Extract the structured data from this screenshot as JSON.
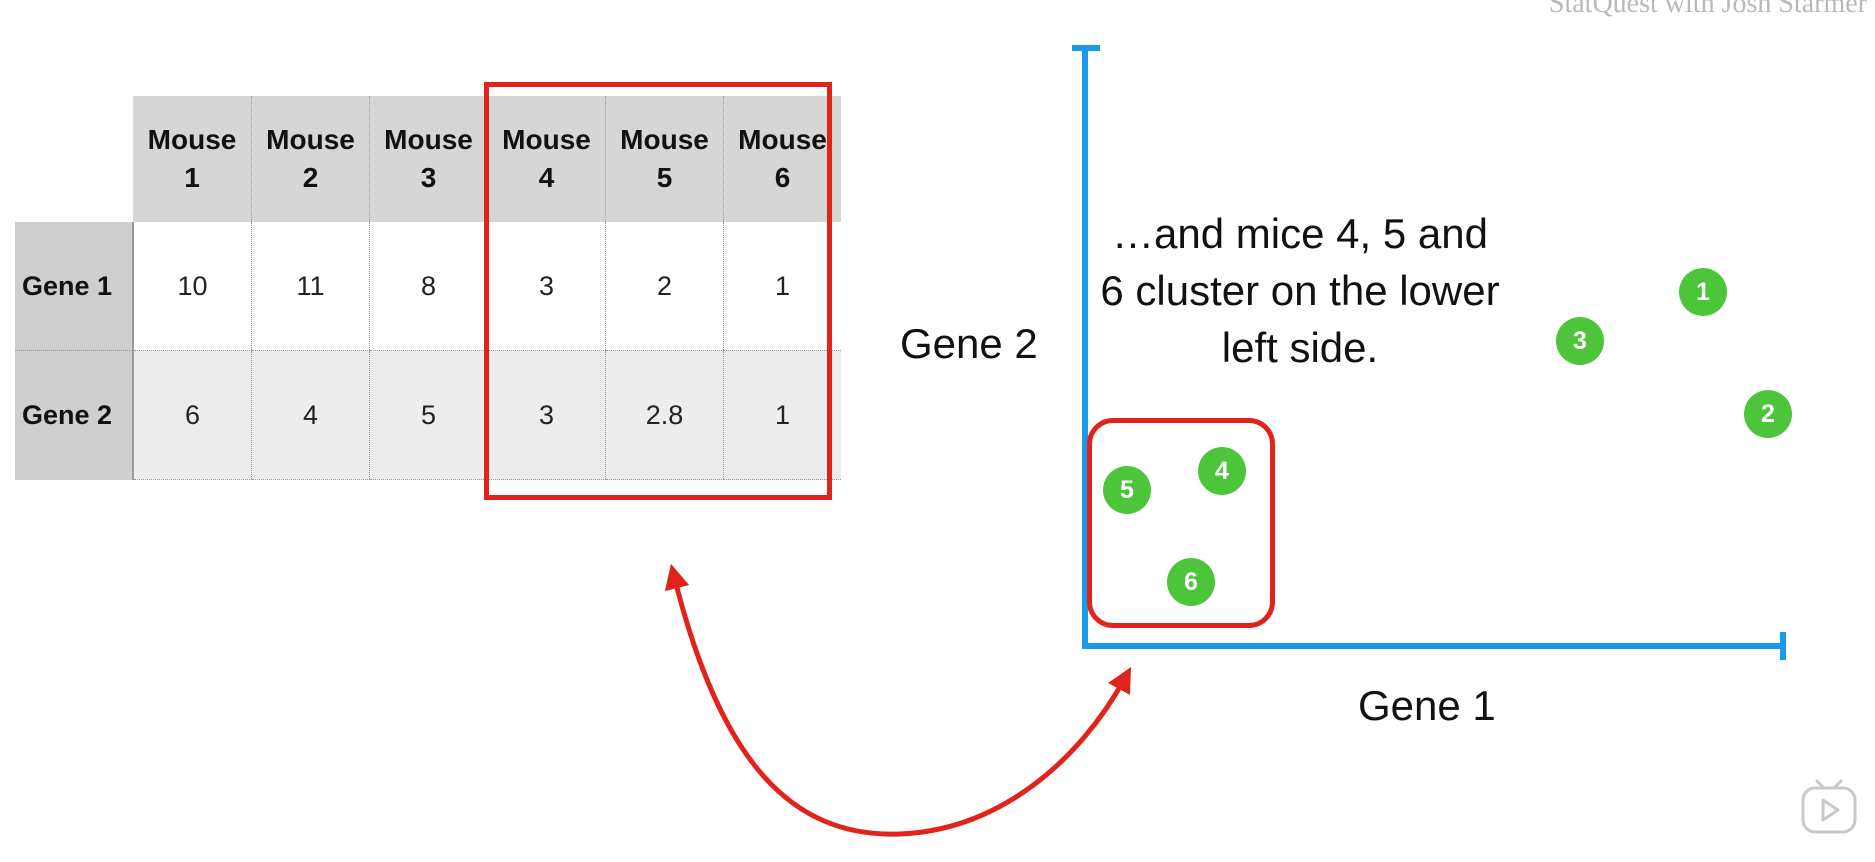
{
  "watermark": "StatQuest with Josh Starmer",
  "table": {
    "columns": [
      "Mouse 1",
      "Mouse 2",
      "Mouse 3",
      "Mouse 4",
      "Mouse 5",
      "Mouse 6"
    ],
    "rows": [
      {
        "label": "Gene 1",
        "values": [
          "10",
          "11",
          "8",
          "3",
          "2",
          "1"
        ]
      },
      {
        "label": "Gene 2",
        "values": [
          "6",
          "4",
          "5",
          "3",
          "2.8",
          "1"
        ]
      }
    ]
  },
  "caption": "…and mice 4, 5 and 6 cluster on the lower left side.",
  "axes": {
    "xlabel": "Gene 1",
    "ylabel": "Gene 2"
  },
  "points": [
    {
      "label": "1"
    },
    {
      "label": "2"
    },
    {
      "label": "3"
    },
    {
      "label": "4"
    },
    {
      "label": "5"
    },
    {
      "label": "6"
    }
  ],
  "colors": {
    "axis": "#1a9be8",
    "highlight": "#e0241c",
    "point": "#4cc53a",
    "header_bg": "#d6d6d6"
  },
  "icons": {
    "player": "play-icon"
  }
}
